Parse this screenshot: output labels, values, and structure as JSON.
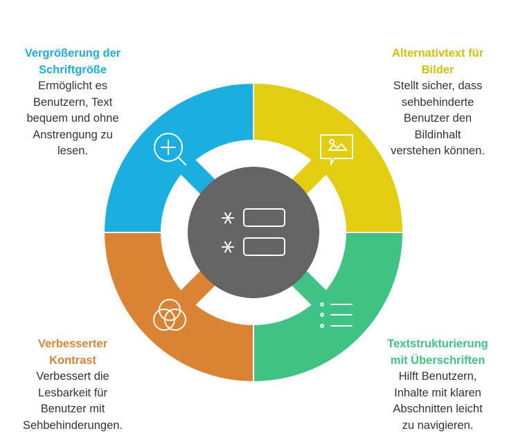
{
  "colors": {
    "blue": "#1AAFDF",
    "yellow": "#E2CD10",
    "orange": "#DA8333",
    "green": "#3EC384",
    "center": "#646464"
  },
  "center": {
    "icon": "asterisk-list-icon"
  },
  "segments": [
    {
      "key": "blue",
      "title": "Vergrößerung der\nSchriftgröße",
      "description": "Ermöglicht es\nBenutzern, Text\nbequem und ohne\nAnstrengung zu\nlesen.",
      "icon": "zoom-in-icon"
    },
    {
      "key": "yellow",
      "title": "Alternativtext für\nBilder",
      "description": "Stellt sicher, dass\nsehbehinderte\nBenutzer den\nBildinhalt\nverstehen können.",
      "icon": "image-caption-icon"
    },
    {
      "key": "orange",
      "title": "Verbesserter\nKontrast",
      "description": "Verbessert die\nLesbarkeit für\nBenutzer mit\nSehbehinderungen.",
      "icon": "overlapping-circles-icon"
    },
    {
      "key": "green",
      "title": "Textstrukturierung\nmit Überschriften",
      "description": "Hilft Benutzern,\nInhalte mit klaren\nAbschnitten leicht\nzu navigieren.",
      "icon": "bullet-list-icon"
    }
  ]
}
